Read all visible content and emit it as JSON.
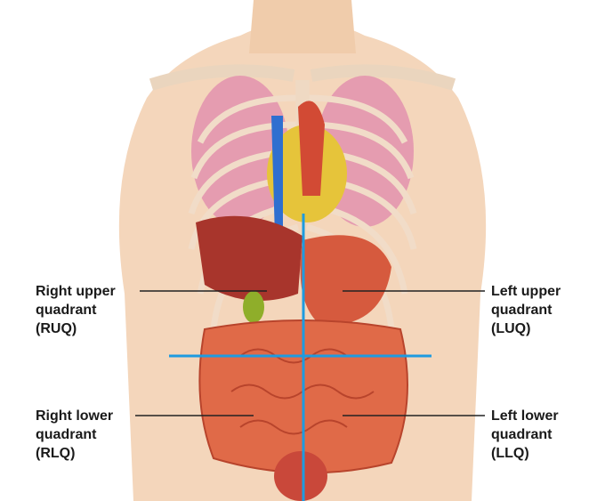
{
  "labels": {
    "ruq": {
      "line1": "Right upper",
      "line2": "quadrant",
      "line3": "(RUQ)"
    },
    "luq": {
      "line1": "Left upper",
      "line2": "quadrant",
      "line3": "(LUQ)"
    },
    "rlq": {
      "line1": "Right lower",
      "line2": "quadrant",
      "line3": "(RLQ)"
    },
    "llq": {
      "line1": "Left lower",
      "line2": "quadrant",
      "line3": "(LLQ)"
    }
  },
  "colors": {
    "quadrant_lines": "#1e9be0",
    "skin": "#f3d3b6",
    "organ": "#d9593c",
    "lung": "#e7a3b4"
  }
}
